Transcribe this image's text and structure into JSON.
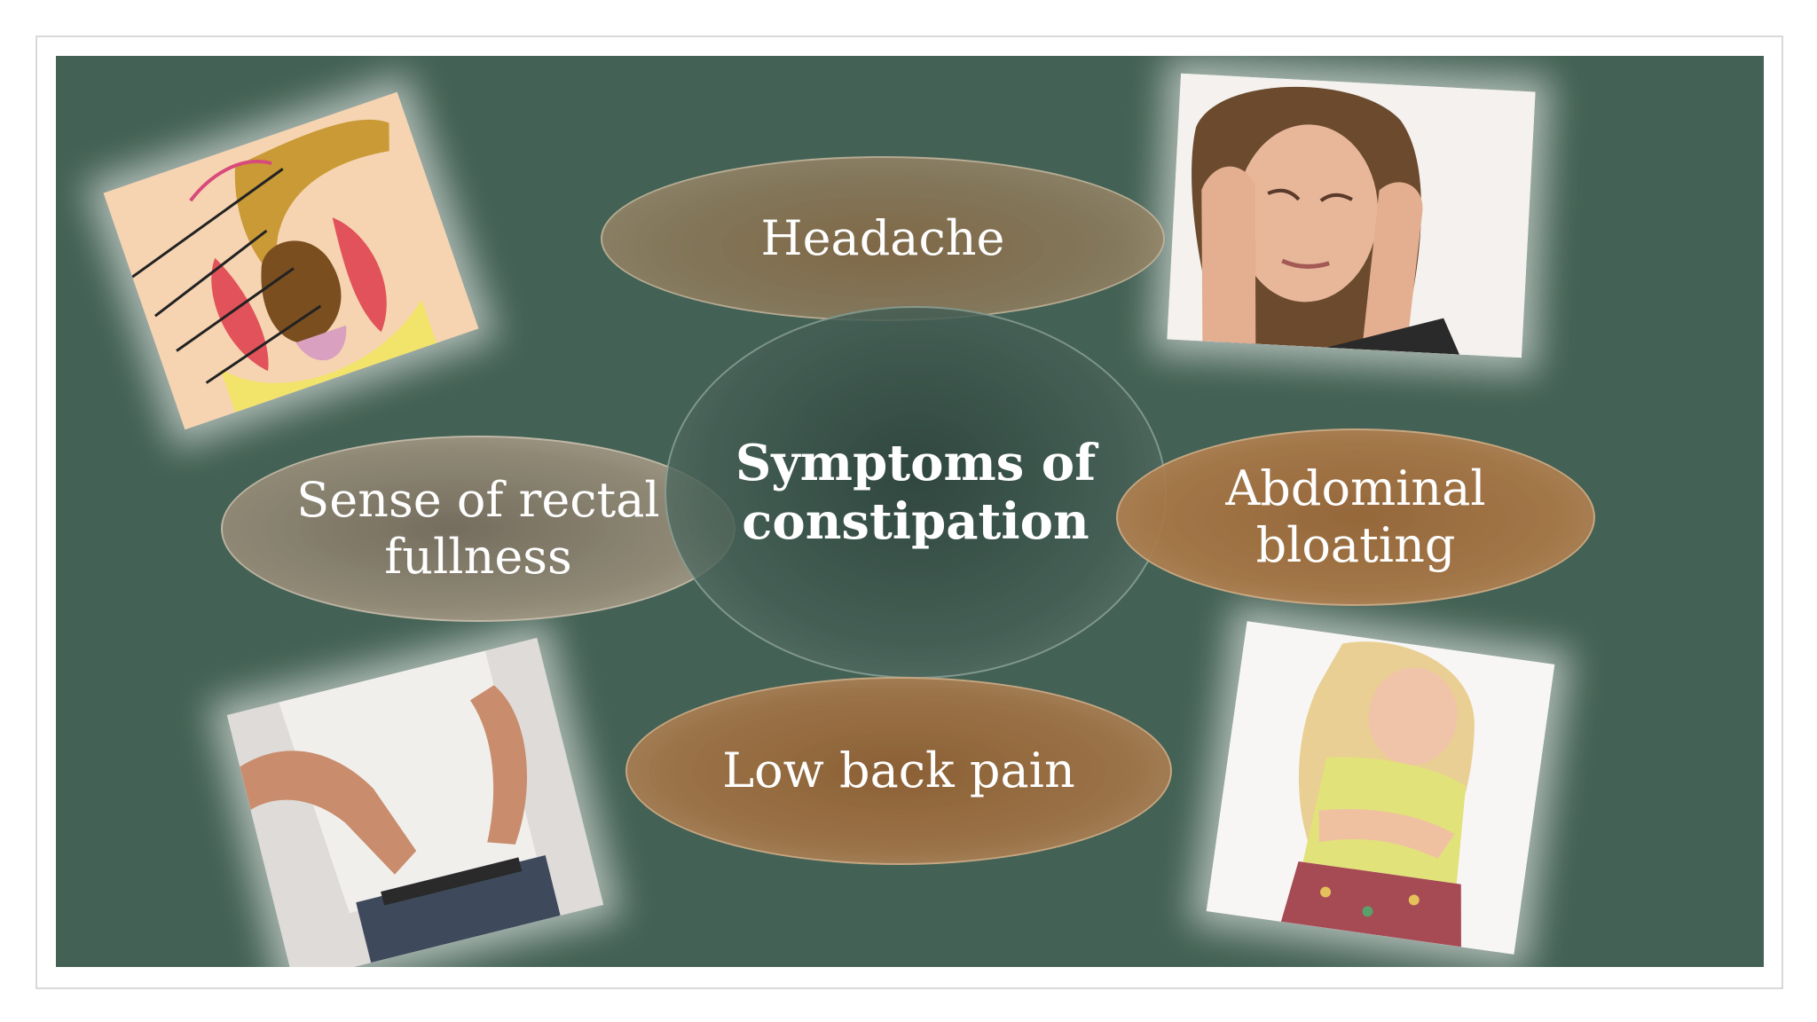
{
  "diagram": {
    "center": {
      "line1": "Symptoms of",
      "line2": "constipation"
    },
    "nodes": {
      "top": "Headache",
      "left": {
        "line1": "Sense of rectal",
        "line2": "fullness"
      },
      "right": {
        "line1": "Abdominal",
        "line2": "bloating"
      },
      "bottom": "Low back pain"
    }
  },
  "colors": {
    "slide_background": "#436154",
    "text": "#ffffff"
  },
  "images": [
    {
      "name": "rectal-anatomy-illustration"
    },
    {
      "name": "woman-headache-photo"
    },
    {
      "name": "man-back-pain-photo"
    },
    {
      "name": "girl-stomach-ache-photo"
    }
  ]
}
